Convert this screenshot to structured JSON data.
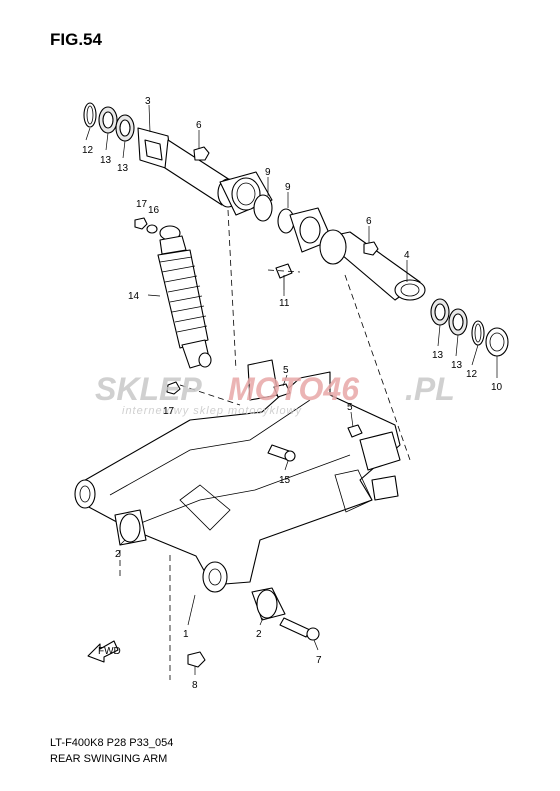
{
  "figure": {
    "title": "FIG.54"
  },
  "footer": {
    "code": "LT-F400K8 P28 P33_054",
    "name": "REAR SWINGING ARM"
  },
  "watermark": {
    "brand_a": "SKLEP",
    "brand_b": "MOTO46",
    "brand_c": ".PL",
    "tagline": "internetowy sklep motocyklowy",
    "colors": {
      "gray": "#c8c8c8",
      "red": "#e8a8a8"
    }
  },
  "fwd_arrow": {
    "label": "FWD"
  },
  "callouts": [
    {
      "id": "c-12a",
      "text": "12"
    },
    {
      "id": "c-13a",
      "text": "13"
    },
    {
      "id": "c-13b",
      "text": "13"
    },
    {
      "id": "c-3",
      "text": "3"
    },
    {
      "id": "c-6a",
      "text": "6"
    },
    {
      "id": "c-9a",
      "text": "9"
    },
    {
      "id": "c-9b",
      "text": "9"
    },
    {
      "id": "c-6b",
      "text": "6"
    },
    {
      "id": "c-17a",
      "text": "17"
    },
    {
      "id": "c-16",
      "text": "16"
    },
    {
      "id": "c-4",
      "text": "4"
    },
    {
      "id": "c-14",
      "text": "14"
    },
    {
      "id": "c-11",
      "text": "11"
    },
    {
      "id": "c-13c",
      "text": "13"
    },
    {
      "id": "c-13d",
      "text": "13"
    },
    {
      "id": "c-12b",
      "text": "12"
    },
    {
      "id": "c-10",
      "text": "10"
    },
    {
      "id": "c-5a",
      "text": "5"
    },
    {
      "id": "c-17b",
      "text": "17"
    },
    {
      "id": "c-5b",
      "text": "5"
    },
    {
      "id": "c-15",
      "text": "15"
    },
    {
      "id": "c-2a",
      "text": "2"
    },
    {
      "id": "c-1",
      "text": "1"
    },
    {
      "id": "c-2b",
      "text": "2"
    },
    {
      "id": "c-7",
      "text": "7"
    },
    {
      "id": "c-8",
      "text": "8"
    }
  ]
}
